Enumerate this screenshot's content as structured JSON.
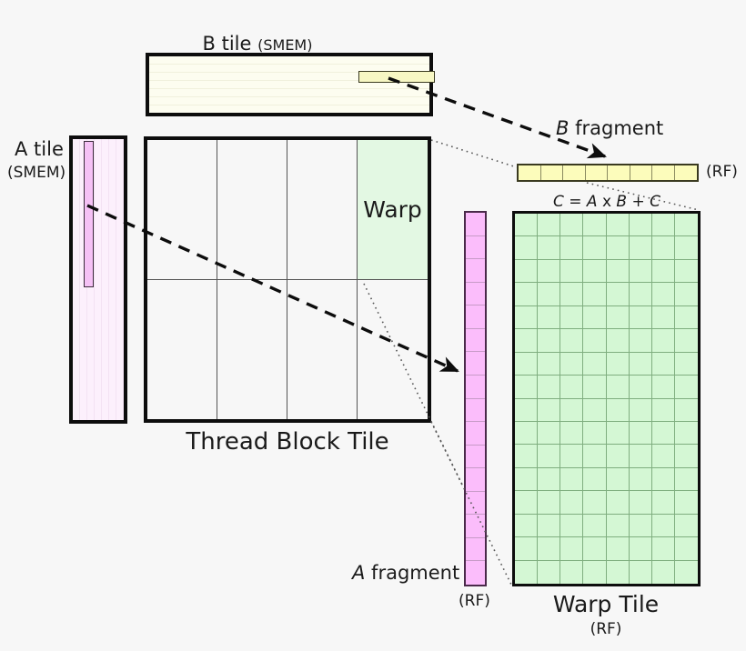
{
  "diagram": {
    "title": "GEMM hierarchical tiling: thread block tile, warp tile, and register fragments",
    "background_color": "#f7f7f7"
  },
  "labels": {
    "b_tile": "B tile",
    "b_tile_mem": "(SMEM)",
    "a_tile": "A tile",
    "a_tile_mem": "(SMEM)",
    "b_fragment_italic": "B",
    "b_fragment_rest": " fragment",
    "b_fragment_rf": "(RF)",
    "a_fragment_italic": "A",
    "a_fragment_rest": " fragment",
    "a_fragment_rf": "(RF)",
    "warp": "Warp",
    "thread_block_tile": "Thread Block Tile",
    "warp_tile": "Warp Tile",
    "warp_tile_rf": "(RF)",
    "equation_parts": [
      "C",
      " = ",
      "A",
      " x ",
      "B",
      " + ",
      "C"
    ]
  },
  "colors": {
    "background": "#f7f7f7",
    "b_tile_fill": "#fcfce8",
    "b_tile_highlight": "#f7f7c4",
    "a_tile_fill": "#fbeffb",
    "a_tile_highlight": "#f5c1f5",
    "warp_cell_fill": "#e3f8e3",
    "warp_tile_fill": "#d4f7d4",
    "b_fragment_fill": "#fcfcbb",
    "a_fragment_fill": "#fbbdfb",
    "outline": "#0d0d0d",
    "grid_line": "#555555"
  },
  "grids": {
    "thread_block_tile": {
      "columns": 4,
      "rows": 2,
      "warp_cell_index": 3
    },
    "warp_tile": {
      "columns": 8,
      "rows": 16
    },
    "b_fragment": {
      "cells": 8
    },
    "a_fragment": {
      "cells": 16
    }
  }
}
